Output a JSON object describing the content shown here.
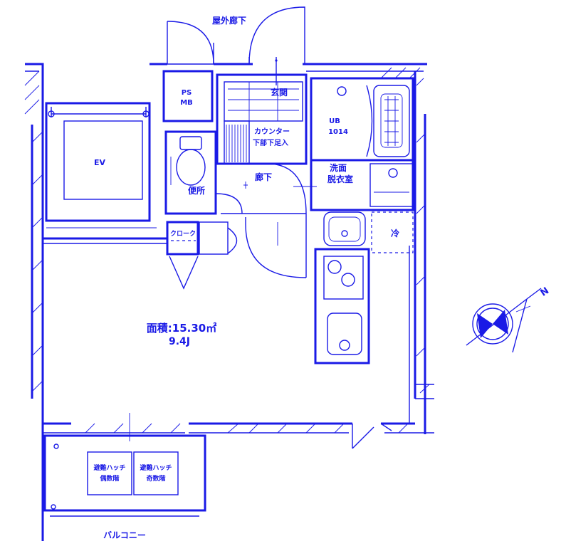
{
  "labels": {
    "outdoor_corridor": "屋外廊下",
    "ps": "PS",
    "mb": "MB",
    "entrance": "玄関",
    "ub": "UB",
    "ub_size": "1014",
    "counter": "カウンター",
    "shoe_storage": "下部下足入",
    "ev": "EV",
    "toilet": "便所",
    "hallway": "廊下",
    "washroom_line1": "洗面",
    "washroom_line2": "脱衣室",
    "closet": "クローク",
    "fridge": "冷",
    "area": "面積:15.30㎡",
    "room_size": "9.4J",
    "hatch_left_line1": "避難ハッチ",
    "hatch_left_line2": "偶数階",
    "hatch_right_line1": "避難ハッチ",
    "hatch_right_line2": "奇数階",
    "balcony": "バルコニー",
    "north_mark": "N"
  },
  "colors": {
    "ink": "#1a1ae6",
    "background": "#ffffff"
  }
}
